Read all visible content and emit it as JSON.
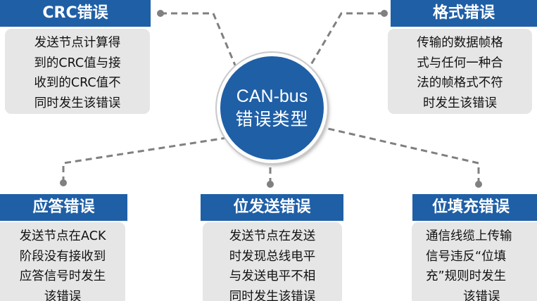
{
  "center": {
    "line1": "CAN-bus",
    "line2": "错误类型"
  },
  "colors": {
    "primary": "#1f5fa6",
    "box_bg": "#e6e6e6",
    "connector": "#808080"
  },
  "errors": [
    {
      "title": "CRC错误",
      "lines": [
        "发送节点计算得",
        "到的CRC值与接",
        "收到的CRC值不",
        "同时发生该错误"
      ]
    },
    {
      "title": "格式错误",
      "lines": [
        "传输的数据帧格",
        "式与任何一种合",
        "法的帧格式不符",
        "时发生该错误"
      ]
    },
    {
      "title": "应答错误",
      "lines": [
        "发送节点在ACK",
        "阶段没有接收到",
        "应答信号时发生",
        "该错误"
      ]
    },
    {
      "title": "位发送错误",
      "lines": [
        "发送节点在发送",
        "时发现总线电平",
        "与发送电平不相",
        "同时发生该错误"
      ]
    },
    {
      "title": "位填充错误",
      "lines": [
        "通信线缆上传输",
        "信号违反“位填",
        "充”规则时发生",
        "该错误"
      ]
    }
  ]
}
